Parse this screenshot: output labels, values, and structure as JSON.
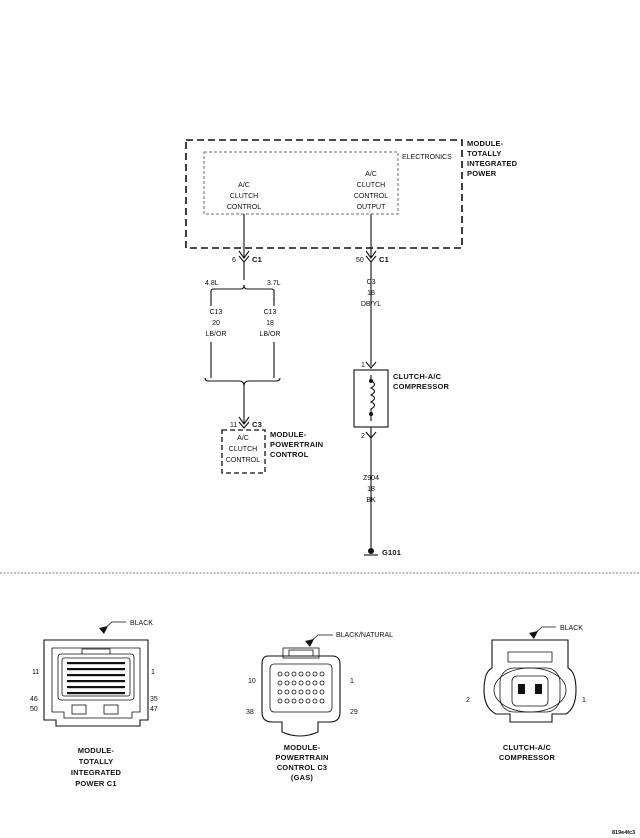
{
  "schematic": {
    "tipm_title": [
      "MODULE-",
      "TOTALLY",
      "INTEGRATED",
      "POWER"
    ],
    "electronics_label": "ELECTRONICS",
    "ac_clutch_control": [
      "A/C",
      "CLUTCH",
      "CONTROL"
    ],
    "ac_clutch_control_output": [
      "A/C",
      "CLUTCH",
      "CONTROL",
      "OUTPUT"
    ],
    "pin_6": "6",
    "pin_6_conn": "C1",
    "pin_50": "50",
    "pin_50_conn": "C1",
    "engine_4_8": "4.8L",
    "engine_3_7": "3.7L",
    "wire_left": [
      "C13",
      "20",
      "LB/OR"
    ],
    "wire_right": [
      "C13",
      "18",
      "LB/OR"
    ],
    "wire_c3": [
      "C3",
      "18",
      "DB/YL"
    ],
    "pin_11": "11",
    "pin_11_conn": "C3",
    "pcm_box": [
      "A/C",
      "CLUTCH",
      "CONTROL"
    ],
    "pcm_title": [
      "MODULE-",
      "POWERTRAIN",
      "CONTROL"
    ],
    "compressor_pin_1": "1",
    "compressor_pin_2": "2",
    "compressor_title": [
      "CLUTCH-A/C",
      "COMPRESSOR"
    ],
    "wire_z904": [
      "Z904",
      "18",
      "BK"
    ],
    "ground": "G101"
  },
  "connectors": {
    "tipm": {
      "color": "BLACK",
      "pins_top": [
        "11",
        "1"
      ],
      "pins_bottom": [
        "46",
        "50",
        "35",
        "47"
      ],
      "caption": [
        "MODULE-",
        "TOTALLY",
        "INTEGRATED",
        "POWER C1"
      ]
    },
    "pcm": {
      "color": "BLACK/NATURAL",
      "pins": [
        "10",
        "1",
        "38",
        "29"
      ],
      "caption": [
        "MODULE-",
        "POWERTRAIN",
        "CONTROL C3",
        "(GAS)"
      ]
    },
    "compressor": {
      "color": "BLACK",
      "pins": [
        "2",
        "1"
      ],
      "caption": [
        "CLUTCH-A/C",
        "COMPRESSOR"
      ]
    }
  },
  "figure_id": "819e4fc3"
}
